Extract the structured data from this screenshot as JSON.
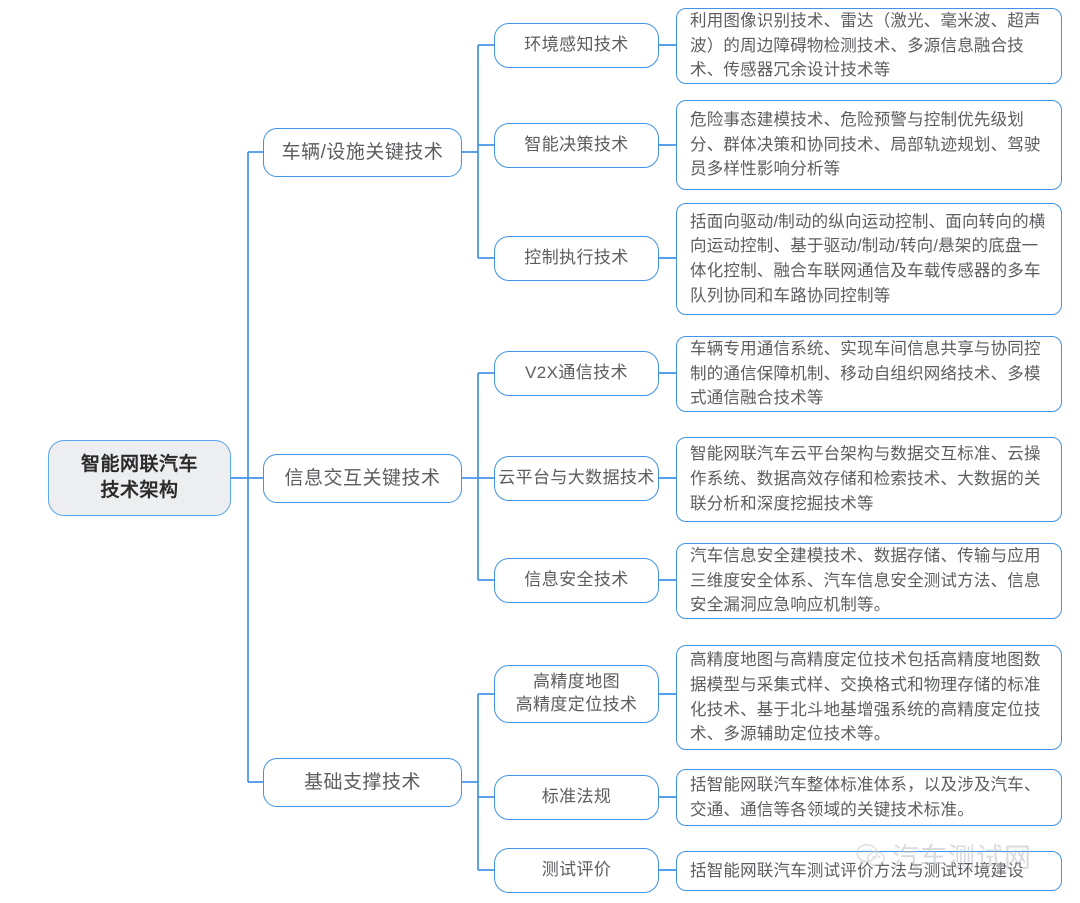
{
  "diagram": {
    "title": "智能网联汽车技术架构",
    "type": "mindmap",
    "accent_color": "#3f93e8",
    "root_fill": "#eceef0",
    "text_color": "#5c5d60",
    "root": {
      "label": "智能网联汽车\n技术架构"
    },
    "branches": [
      {
        "label": "车辆/设施关键技术",
        "children": [
          {
            "label": "环境感知技术",
            "detail": "利用图像识别技术、雷达（激光、毫米波、超声波）的周边障碍物检测技术、多源信息融合技术、传感器冗余设计技术等"
          },
          {
            "label": "智能决策技术",
            "detail": "危险事态建模技术、危险预警与控制优先级划分、群体决策和协同技术、局部轨迹规划、驾驶员多样性影响分析等"
          },
          {
            "label": "控制执行技术",
            "detail": "括面向驱动/制动的纵向运动控制、面向转向的横向运动控制、基于驱动/制动/转向/悬架的底盘一体化控制、融合车联网通信及车载传感器的多车队列协同和车路协同控制等"
          }
        ]
      },
      {
        "label": "信息交互关键技术",
        "children": [
          {
            "label": "V2X通信技术",
            "detail": "车辆专用通信系统、实现车间信息共享与协同控制的通信保障机制、移动自组织网络技术、多模式通信融合技术等"
          },
          {
            "label": "云平台与大数据技术",
            "detail": "智能网联汽车云平台架构与数据交互标准、云操作系统、数据高效存储和检索技术、大数据的关联分析和深度挖掘技术等"
          },
          {
            "label": "信息安全技术",
            "detail": "汽车信息安全建模技术、数据存储、传输与应用三维度安全体系、汽车信息安全测试方法、信息安全漏洞应急响应机制等。"
          }
        ]
      },
      {
        "label": "基础支撑技术",
        "children": [
          {
            "label": "高精度地图\n高精度定位技术",
            "detail": "高精度地图与高精度定位技术包括高精度地图数据模型与采集式样、交换格式和物理存储的标准化技术、基于北斗地基增强系统的高精度定位技术、多源辅助定位技术等。"
          },
          {
            "label": "标准法规",
            "detail": "括智能网联汽车整体标准体系，以及涉及汽车、交通、通信等各领域的关键技术标准。"
          },
          {
            "label": "测试评价",
            "detail": "括智能网联汽车测试评价方法与测试环境建设"
          }
        ]
      }
    ]
  },
  "watermark": {
    "text": "汽车测试网",
    "icon": "wechat-icon"
  }
}
